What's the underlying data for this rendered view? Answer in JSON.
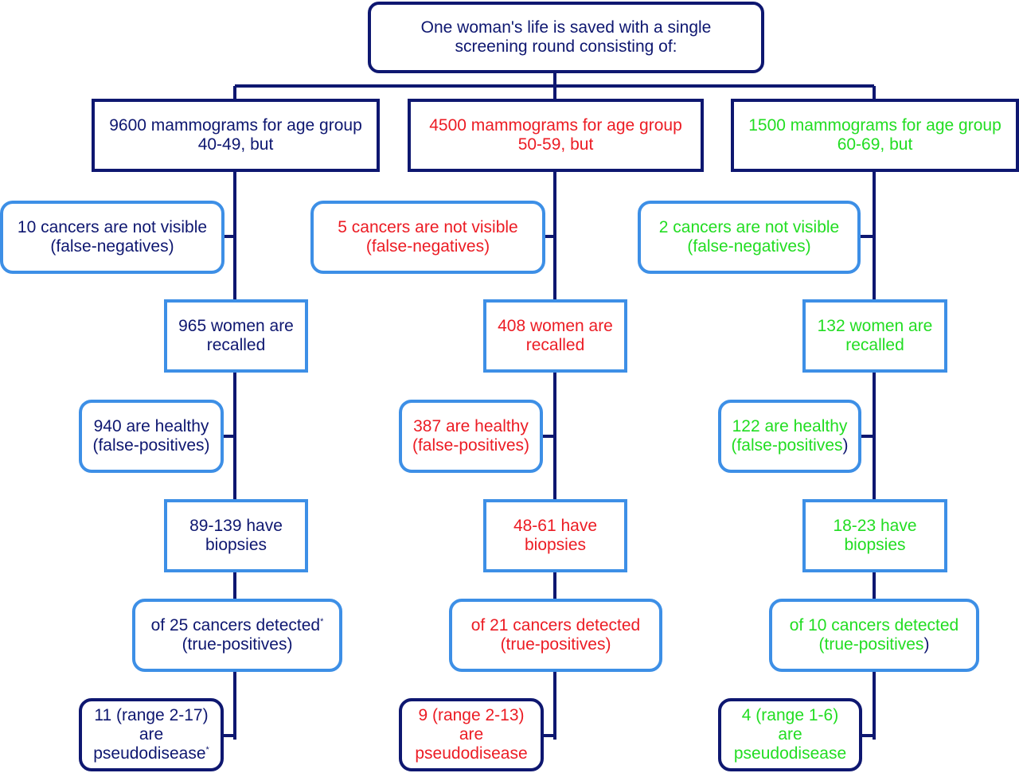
{
  "colors": {
    "navy": "#0e1770",
    "red": "#ec1c24",
    "green": "#22dd22",
    "light_blue_border": "#3d8fe6"
  },
  "root": {
    "line1": "One woman's life is saved with a single",
    "line2": "screening round consisting of:"
  },
  "columns": [
    {
      "color": "navy",
      "header": {
        "line1": "9600 mammograms for age group",
        "line2": "40-49, but"
      },
      "false_negatives": {
        "line1": "10 cancers are not visible",
        "line2": "(false-negatives)"
      },
      "recalled": {
        "line1": "965 women are",
        "line2": "recalled"
      },
      "false_positives": {
        "line1": "940 are healthy",
        "line2": "(false-positives)"
      },
      "biopsies": {
        "line1": "89-139 have",
        "line2": "biopsies"
      },
      "detected": {
        "line1": "of 25 cancers detected",
        "line1_mark": "*",
        "line2": "(true-positives)"
      },
      "pseudodisease": {
        "line1": "11 (range 2-17)",
        "line2": "are",
        "line3": "pseudodisease",
        "line3_mark": "*"
      }
    },
    {
      "color": "red",
      "header": {
        "line1": "4500 mammograms for age group",
        "line2": "50-59, but"
      },
      "false_negatives": {
        "line1": "5 cancers are not visible",
        "line2": "(false-negatives)"
      },
      "recalled": {
        "line1": "408 women are",
        "line2": "recalled"
      },
      "false_positives": {
        "line1": "387 are healthy",
        "line2": "(false-positives)"
      },
      "biopsies": {
        "line1": "48-61 have",
        "line2": "biopsies"
      },
      "detected": {
        "line1": "of 21 cancers detected",
        "line2": "(true-positives)"
      },
      "pseudodisease": {
        "line1": "9 (range 2-13)",
        "line2": "are",
        "line3": "pseudodisease"
      }
    },
    {
      "color": "green",
      "header": {
        "line1": "1500 mammograms for age group",
        "line2": "60-69, but"
      },
      "false_negatives": {
        "line1": "2 cancers are not visible",
        "line2": "(false-negatives)"
      },
      "recalled": {
        "line1": "132 women are",
        "line2": "recalled"
      },
      "false_positives": {
        "line1": "122 are healthy",
        "line2_a": "(false-positives",
        "line2_b": ")"
      },
      "biopsies": {
        "line1": "18-23 have",
        "line2": "biopsies"
      },
      "detected": {
        "line1": "of 10 cancers detected",
        "line2_a": "(true-positives",
        "line2_b": ")"
      },
      "pseudodisease": {
        "line1": "4 (range 1-6)",
        "line2": "are",
        "line3": "pseudodisease"
      }
    }
  ]
}
